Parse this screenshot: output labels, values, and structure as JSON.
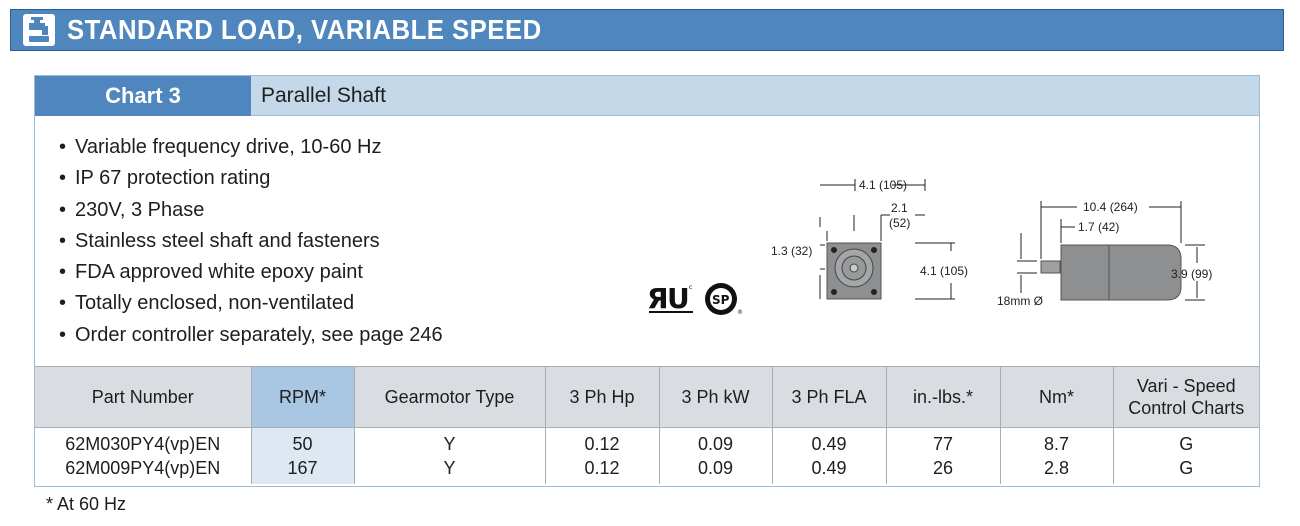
{
  "banner": {
    "title": "STANDARD LOAD, VARIABLE SPEED",
    "icon": "faucet-icon",
    "color": "#4f86bd"
  },
  "chart": {
    "tab_label": "Chart 3",
    "subtitle": "Parallel Shaft"
  },
  "features": [
    "Variable frequency drive, 10-60 Hz",
    "IP 67 protection rating",
    "230V, 3 Phase",
    "Stainless steel shaft and fasteners",
    "FDA approved white epoxy paint",
    "Totally enclosed, non-ventilated",
    "Order controller separately, see page 246"
  ],
  "certifications": {
    "ul": "UL recognized component mark",
    "csa": "CSA mark"
  },
  "drawing": {
    "dim_width": "4.1 (105)",
    "dim_half": "2.1",
    "dim_half_mm": "(52)",
    "dim_offset": "1.3 (32)",
    "dim_height": "4.1 (105)",
    "dim_length": "10.4 (264)",
    "dim_shaft_len": "1.7 (42)",
    "dim_diameter": "3.9 (99)",
    "dim_shaft_dia": "18mm Ø"
  },
  "table": {
    "headers": [
      "Part Number",
      "RPM*",
      "Gearmotor Type",
      "3 Ph Hp",
      "3 Ph kW",
      "3 Ph FLA",
      "in.-lbs.*",
      "Nm*",
      "Vari - Speed",
      "Control Charts"
    ],
    "rows": [
      {
        "part": "62M030PY4(vp)EN",
        "rpm": "50",
        "type": "Y",
        "hp": "0.12",
        "kw": "0.09",
        "fla": "0.49",
        "inlbs": "77",
        "nm": "8.7",
        "chart": "G"
      },
      {
        "part": "62M009PY4(vp)EN",
        "rpm": "167",
        "type": "Y",
        "hp": "0.12",
        "kw": "0.09",
        "fla": "0.49",
        "inlbs": "26",
        "nm": "2.8",
        "chart": "G"
      }
    ]
  },
  "footnote": "* At 60 Hz"
}
